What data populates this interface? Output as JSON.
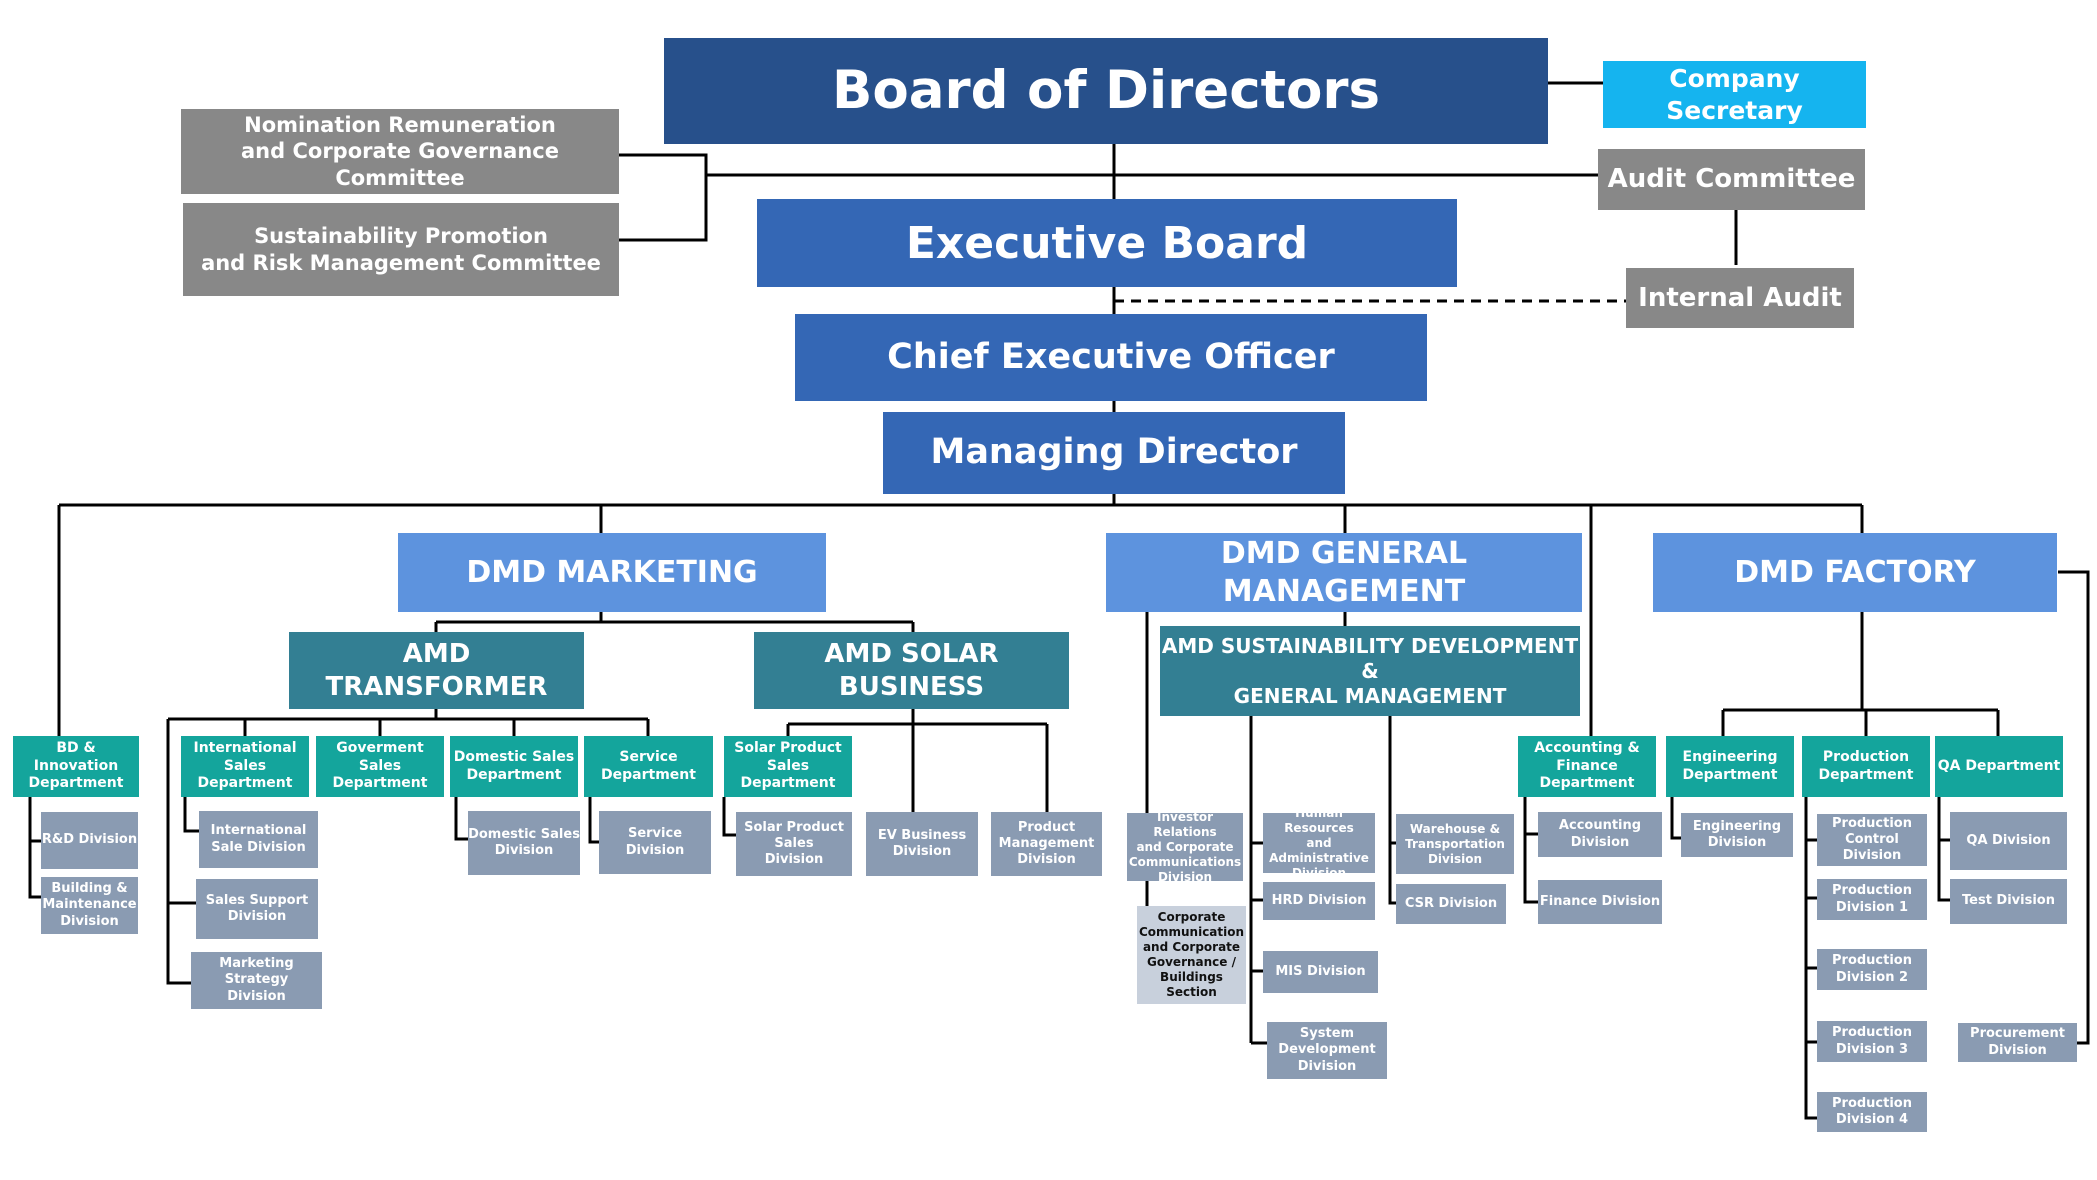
{
  "board": "Board of Directors",
  "company_secretary": "Company Secretary",
  "nomination_committee": "Nomination Remuneration\nand Corporate Governance Committee",
  "sustainability_committee": "Sustainability Promotion\nand Risk Management Committee",
  "audit_committee": "Audit Committee",
  "executive_board": "Executive Board",
  "internal_audit": "Internal Audit",
  "ceo": "Chief Executive Officer",
  "md": "Managing Director",
  "dmd_marketing": "DMD MARKETING",
  "dmd_general_management": "DMD GENERAL MANAGEMENT",
  "dmd_factory": "DMD FACTORY",
  "amd_transformer": "AMD TRANSFORMER",
  "amd_solar": "AMD SOLAR BUSINESS",
  "amd_sustainability": "AMD SUSTAINABILITY DEVELOPMENT &\nGENERAL MANAGEMENT",
  "bd_innovation": "BD & Innovation\nDepartment",
  "rd_division": "R&D Division",
  "building_maintenance": "Building &\nMaintenance\nDivision",
  "intl_sales_dept": "International Sales\nDepartment",
  "intl_sale_div": "International\nSale Division",
  "sales_support": "Sales Support\nDivision",
  "marketing_strategy": "Marketing Strategy\nDivision",
  "gov_sales_dept": "Goverment Sales\nDepartment",
  "domestic_sales_dept": "Domestic Sales\nDepartment",
  "domestic_sales_div": "Domestic Sales\nDivision",
  "service_dept": "Service\nDepartment",
  "service_div": "Service Division",
  "solar_sales_dept": "Solar Product Sales\nDepartment",
  "solar_sales_div": "Solar Product Sales\nDivision",
  "ev_business": "EV Business\nDivision",
  "product_mgmt": "Product\nManagement\nDivision",
  "investor_relations": "Investor Relations\nand Corporate\nCommunications\nDivision",
  "corp_comm_section": "Corporate\nCommunication\nand Corporate\nGovernance /\nBuildings Section",
  "hr_admin": "Human Resources\nand Administrative\nDivision",
  "hrd": "HRD Division",
  "mis": "MIS Division",
  "system_dev": "System\nDevelopment\nDivision",
  "warehouse": "Warehouse &\nTransportation\nDivision",
  "csr": "CSR Division",
  "accounting_dept": "Accounting &\nFinance Department",
  "accounting_div": "Accounting Division",
  "finance_div": "Finance  Division",
  "engineering_dept": "Engineering\nDepartment",
  "engineering_div": "Engineering\nDivision",
  "production_dept": "Production\nDepartment",
  "production_control": "Production\nControl Division",
  "production_1": "Production\nDivision 1",
  "production_2": "Production\nDivision 2",
  "production_3": "Production\nDivision 3",
  "production_4": "Production\nDivision 4",
  "qa_dept": "QA Department",
  "qa_div": "QA Division",
  "test_div": "Test Division",
  "procurement": "Procurement\nDivision"
}
